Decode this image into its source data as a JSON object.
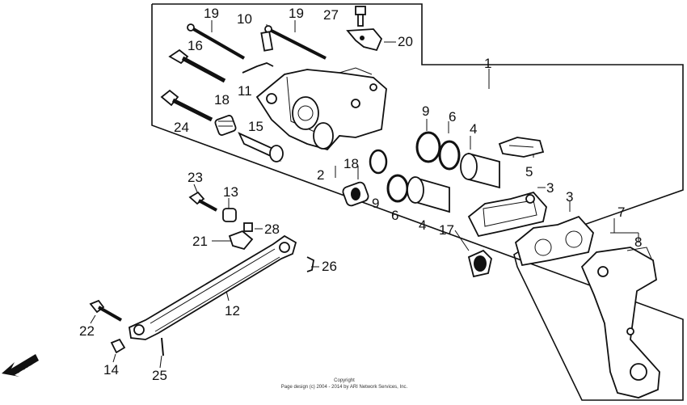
{
  "callouts": {
    "c1": "1",
    "c2": "2",
    "c3a": "3",
    "c3b": "3",
    "c4a": "4",
    "c4b": "4",
    "c5": "5",
    "c6a": "6",
    "c6b": "6",
    "c7": "7",
    "c8": "8",
    "c9a": "9",
    "c9b": "9",
    "c10": "10",
    "c11": "11",
    "c12": "12",
    "c13": "13",
    "c14": "14",
    "c15": "15",
    "c16": "16",
    "c17": "17",
    "c18a": "18",
    "c18b": "18",
    "c19a": "19",
    "c19b": "19",
    "c20": "20",
    "c21": "21",
    "c22": "22",
    "c23": "23",
    "c24": "24",
    "c25": "25",
    "c26": "26",
    "c27": "27",
    "c28": "28"
  },
  "fwd_label": "FWD",
  "copyright": {
    "line1": "Copyright",
    "line2": "Page design (c) 2004 - 2014 by ARI Network Services, Inc."
  }
}
